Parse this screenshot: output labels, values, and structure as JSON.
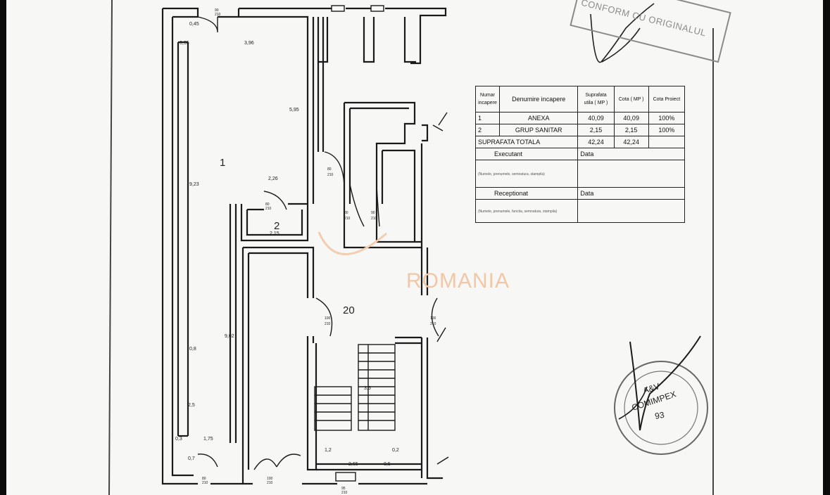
{
  "stamp_top": {
    "text": "CONFORM CU ORIGINALUL"
  },
  "watermark": {
    "text": "ROMANIA"
  },
  "stamp_round": {
    "lines": [
      "A&V",
      "COMIMPEX",
      "93"
    ]
  },
  "plan": {
    "room_labels": [
      "1",
      "2",
      "20"
    ],
    "dimensions": [
      "0,45",
      "0,35",
      "3,96",
      "5,95",
      "2,26",
      "9,23",
      "2,15",
      "9,02",
      "0,8",
      "2,5",
      "0,3",
      "1,75",
      "0,7",
      "1,2",
      "2,65",
      "0,5",
      "0,2",
      "3,5"
    ],
    "door_tags": [
      "90",
      "210",
      "80",
      "210",
      "80",
      "210",
      "80",
      "210",
      "90",
      "210",
      "100",
      "210",
      "100",
      "210",
      "100",
      "210",
      "80",
      "210",
      "95",
      "210"
    ]
  },
  "table": {
    "headers": [
      "Numar incapere",
      "Denumire incapere",
      "Suprafata utila ( MP )",
      "Cota ( MP )",
      "Cota Proiect"
    ],
    "rows": [
      {
        "nr": "1",
        "name": "ANEXA",
        "surface": "40,09",
        "share": "40,09",
        "pct": "100%"
      },
      {
        "nr": "2",
        "name": "GRUP SANITAR",
        "surface": "2,15",
        "share": "2,15",
        "pct": "100%"
      }
    ],
    "total_label": "SUPRAFATA TOTALA",
    "total_surface": "42,24",
    "total_share": "42,24",
    "executed_label": "Executant",
    "date_label": "Data",
    "executed_note": "(Numele, prenumele, semnatura, stampila)",
    "received_label": "Receptionat",
    "received_note": "(Numele, prenumele, functia, semnatura, stampila)"
  }
}
